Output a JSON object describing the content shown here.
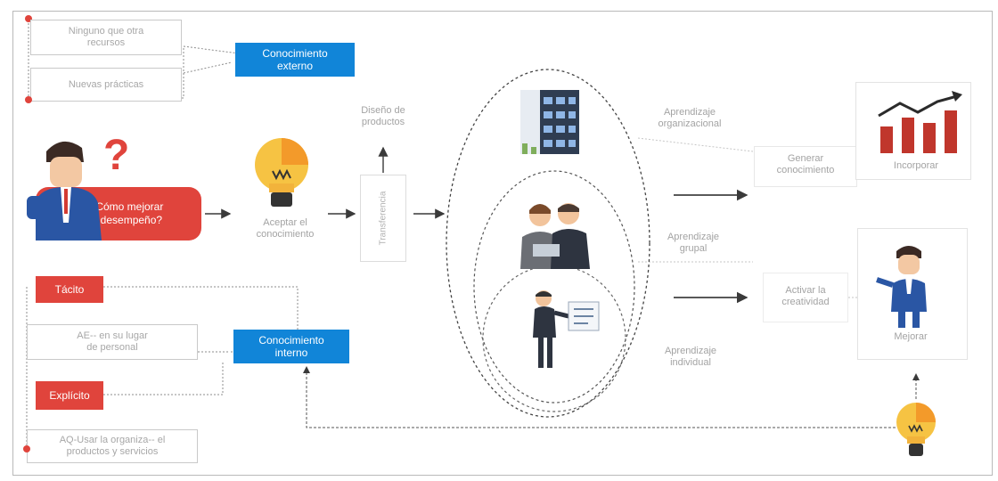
{
  "external": {
    "item1": [
      "Ninguno que otra",
      "recursos"
    ],
    "item2": "Nuevas prácticas",
    "tag": [
      "Conocimiento",
      "externo"
    ]
  },
  "question": [
    "¿Cómo mejorar",
    "el desempeño?"
  ],
  "bulb_label": [
    "Aceptar el",
    "conocimiento"
  ],
  "vertical_box": "Transferencia",
  "output_label": [
    "Diseño de",
    "productos"
  ],
  "learning": {
    "organizational": [
      "Aprendizaje",
      "organizacional"
    ],
    "group": [
      "Aprendizaje",
      "grupal"
    ],
    "individual": [
      "Aprendizaje",
      "individual"
    ]
  },
  "generate": [
    "Generar",
    "conocimiento"
  ],
  "incorporate": "Incorporar",
  "activate": [
    "Activar la",
    "creatividad"
  ],
  "improve": "Mejorar",
  "internal": {
    "tacit": "Tácito",
    "tacit_note": [
      "AE-- en su lugar",
      "de personal"
    ],
    "explicit": "Explícito",
    "explicit_note": [
      "AQ-Usar la organiza-- el",
      "productos y servicios"
    ],
    "tag": [
      "Conocimiento",
      "interno"
    ]
  }
}
